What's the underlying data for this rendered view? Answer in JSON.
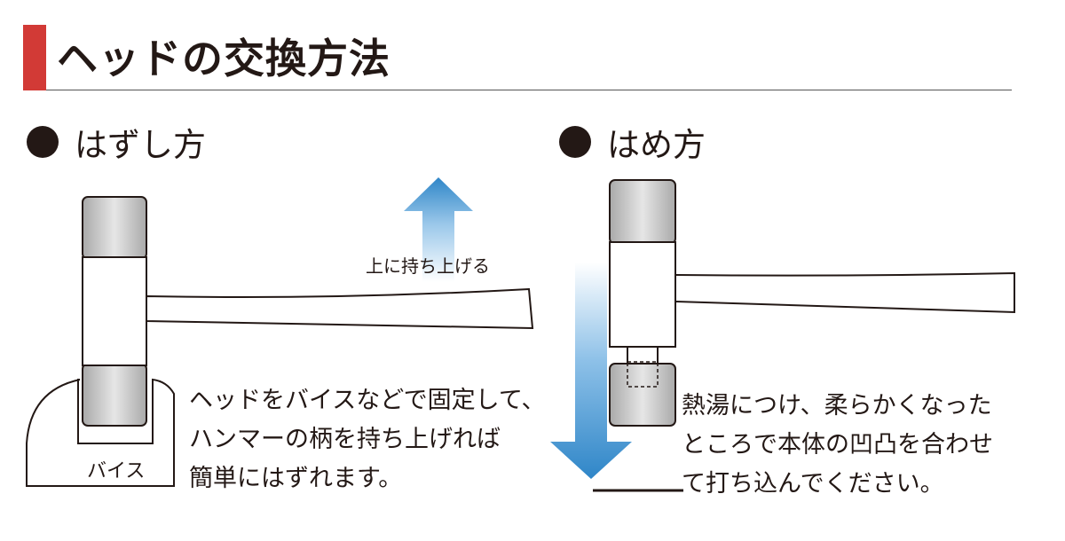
{
  "page_title": "ヘッドの交換方法",
  "colors": {
    "accent": "#d23a36",
    "arrow_blue": "#2f86c8"
  },
  "removal": {
    "heading": "はずし方",
    "arrow_label": "上に持ち上げる",
    "vise_label": "バイス",
    "caption_lines": [
      "ヘッドをバイスなどで固定して、",
      "ハンマーの柄を持ち上げれば",
      "簡単にはずれます。"
    ]
  },
  "installation": {
    "heading": "はめ方",
    "caption_lines": [
      "熱湯につけ、柔らかくなった",
      "ところで本体の凹凸を合わせ",
      "て打ち込んでください。"
    ]
  }
}
